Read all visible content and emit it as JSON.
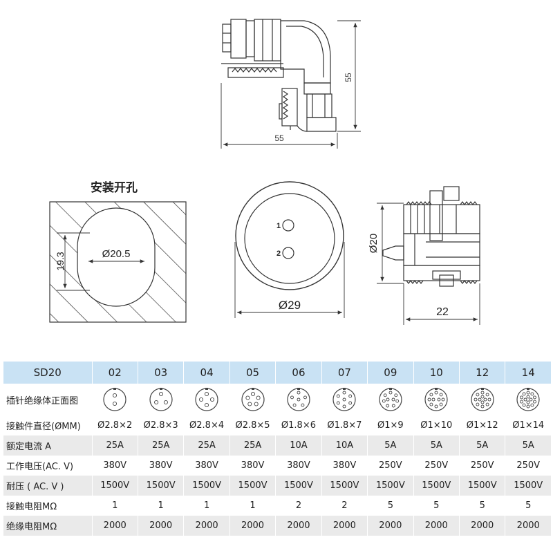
{
  "drawing": {
    "side_view": {
      "width_dim": "55",
      "height_dim": "55"
    },
    "panel_cutout": {
      "title": "安装开孔",
      "diameter_dim": "Ø20.5",
      "flat_dim": "19.3"
    },
    "front_view": {
      "diameter_dim": "Ø29",
      "pin_labels": [
        "1",
        "2"
      ]
    },
    "section_view": {
      "diameter_dim": "Ø20",
      "length_dim": "22"
    }
  },
  "table": {
    "header_label": "SD20",
    "models": [
      "02",
      "03",
      "04",
      "05",
      "06",
      "07",
      "09",
      "10",
      "12",
      "14"
    ],
    "pin_counts": [
      2,
      3,
      4,
      5,
      6,
      7,
      9,
      10,
      12,
      14
    ],
    "face_row_label": "插针绝缘体正面图",
    "rows": [
      {
        "label": "接触件直径(ØMM)",
        "values": [
          "Ø2.8×2",
          "Ø2.8×3",
          "Ø2.8×4",
          "Ø2.8×5",
          "Ø1.8×6",
          "Ø1.8×7",
          "Ø1×9",
          "Ø1×10",
          "Ø1×12",
          "Ø1×14"
        ]
      },
      {
        "label": "额定电流 A",
        "values": [
          "25A",
          "25A",
          "25A",
          "25A",
          "10A",
          "10A",
          "5A",
          "5A",
          "5A",
          "5A"
        ]
      },
      {
        "label": "工作电压(AC. V)",
        "values": [
          "380V",
          "380V",
          "380V",
          "380V",
          "380V",
          "380V",
          "250V",
          "250V",
          "250V",
          "250V"
        ]
      },
      {
        "label": "耐压 ( AC. V )",
        "values": [
          "1500V",
          "1500V",
          "1500V",
          "1500V",
          "1500V",
          "1500V",
          "1500V",
          "1500V",
          "1500V",
          "1500V"
        ]
      },
      {
        "label": "接触电阻MΩ",
        "values": [
          "1",
          "1",
          "1",
          "1",
          "2",
          "2",
          "5",
          "5",
          "5",
          "5"
        ]
      },
      {
        "label": "绝缘电阻MΩ",
        "values": [
          "2000",
          "2000",
          "2000",
          "2000",
          "2000",
          "2000",
          "2000",
          "2000",
          "2000",
          "2000"
        ]
      }
    ]
  }
}
